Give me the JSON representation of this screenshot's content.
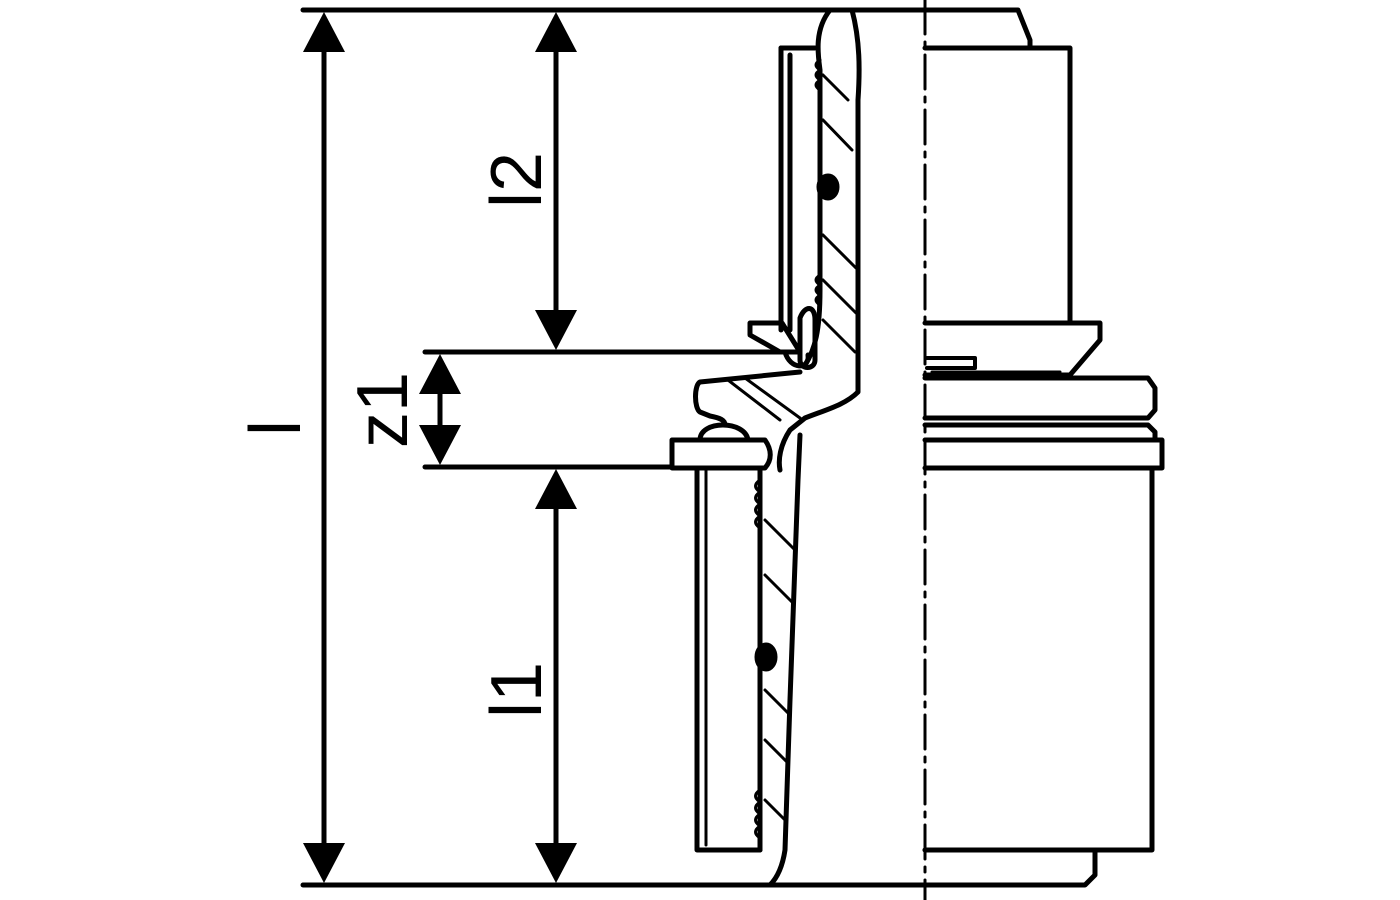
{
  "dimensions": {
    "overall_length": "l",
    "upper_insertion_depth": "l2",
    "lower_insertion_depth": "l1",
    "offset": "z1"
  },
  "colors": {
    "line": "#000000",
    "background": "#ffffff"
  }
}
